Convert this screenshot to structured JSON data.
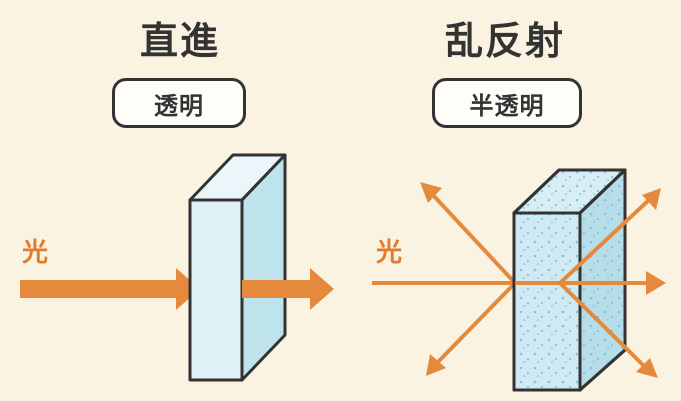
{
  "left": {
    "title": "直進",
    "badge": "透明",
    "light_label": "光"
  },
  "right": {
    "title": "乱反射",
    "badge": "半透明",
    "light_label": "光"
  },
  "colors": {
    "background": "#fbf3e1",
    "arrow": "#e58a3c",
    "glass_front": "#dff1f6",
    "glass_side": "#bfe3ec",
    "frosted_front": "#cfeaf2",
    "dots": "#7ec5dc",
    "outline": "#333333"
  }
}
